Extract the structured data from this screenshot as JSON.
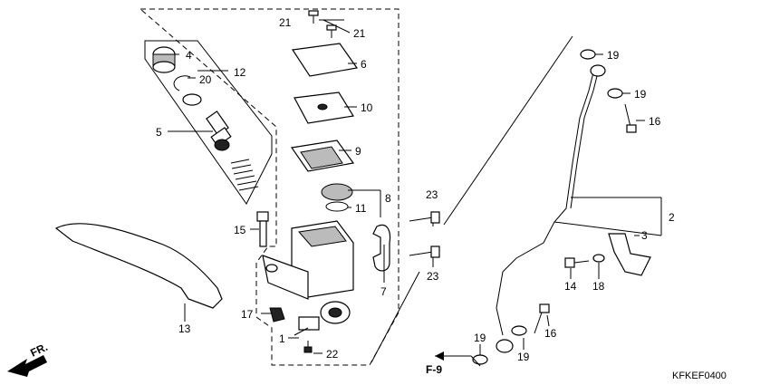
{
  "diagram": {
    "code": "KFKEF0400",
    "reference": "F-9",
    "direction": "FR.",
    "callouts": {
      "p1": "1",
      "p2": "2",
      "p3": "3",
      "p4": "4",
      "p5": "5",
      "p6": "6",
      "p7": "7",
      "p8": "8",
      "p9": "9",
      "p10": "10",
      "p11": "11",
      "p12": "12",
      "p13": "13",
      "p14": "14",
      "p15": "15",
      "p16a": "16",
      "p16b": "16",
      "p17": "17",
      "p18": "18",
      "p19a": "19",
      "p19b": "19",
      "p19c": "19",
      "p19d": "19",
      "p20": "20",
      "p21a": "21",
      "p21b": "21",
      "p22": "22",
      "p23a": "23",
      "p23b": "23"
    }
  }
}
